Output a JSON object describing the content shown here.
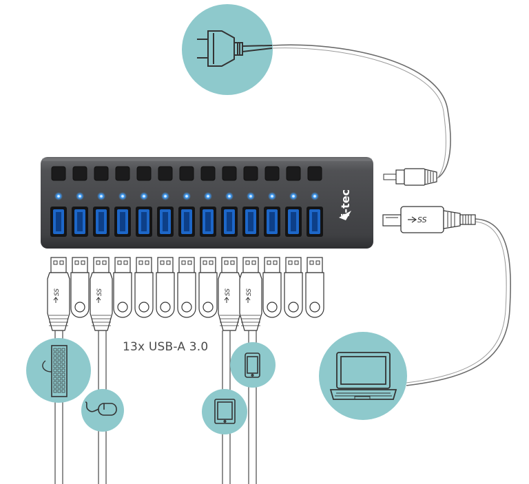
{
  "brand": "i-tec",
  "caption": "13x USB-A 3.0",
  "port_count": 13,
  "usb_logo_text": "SS",
  "icons": {
    "power_plug": "power-plug-icon",
    "laptop": "laptop-icon",
    "keyboard": "keyboard-icon",
    "mouse": "mouse-icon",
    "tablet": "tablet-icon",
    "phone": "phone-icon"
  },
  "colors": {
    "circle": "#8ec9cc",
    "hub_body": "#4b4c4f",
    "led": "#3fa0ff",
    "port_blue": "#1d67c9",
    "cable": "#555555"
  }
}
